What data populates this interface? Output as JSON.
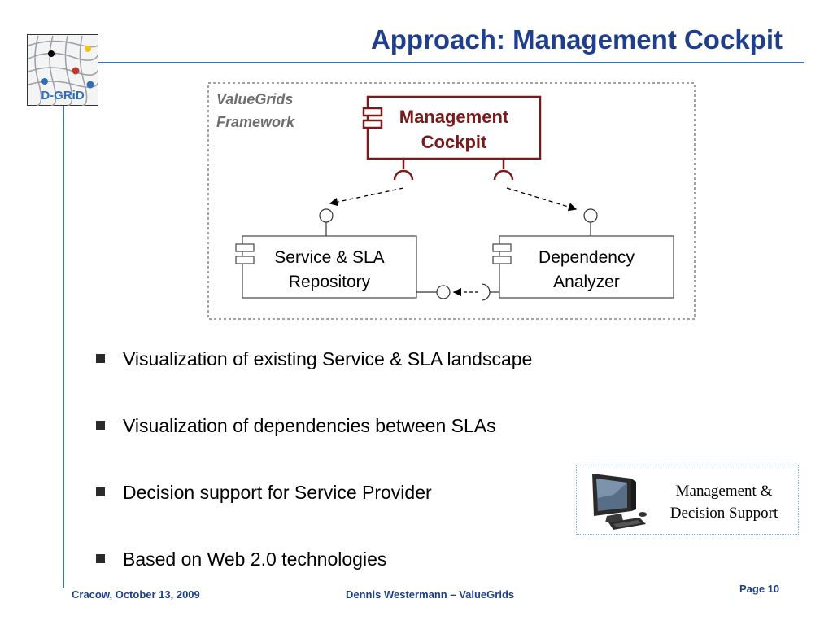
{
  "header": {
    "title": "Approach: Management Cockpit",
    "logo_text": "D-GRiD"
  },
  "diagram": {
    "framework_label_line1": "ValueGrids",
    "framework_label_line2": "Framework",
    "cockpit_line1": "Management",
    "cockpit_line2": "Cockpit",
    "repo_line1": "Service & SLA",
    "repo_line2": "Repository",
    "analyzer_line1": "Dependency",
    "analyzer_line2": "Analyzer",
    "colors": {
      "cockpit": "#7a1a1a",
      "border": "#555555"
    }
  },
  "bullets": [
    "Visualization of existing Service & SLA landscape",
    "Visualization of dependencies between SLAs",
    "Decision support for Service Provider",
    "Based on Web 2.0 technologies"
  ],
  "callout": {
    "line1": "Management &",
    "line2": "Decision Support",
    "icon": "computer-monitor-icon"
  },
  "footer": {
    "left": "Cracow, October 13, 2009",
    "center": "Dennis Westermann – ValueGrids",
    "page": "Page 10"
  },
  "colors": {
    "accent": "#1f3f8a",
    "rule": "#3f6fb0"
  }
}
